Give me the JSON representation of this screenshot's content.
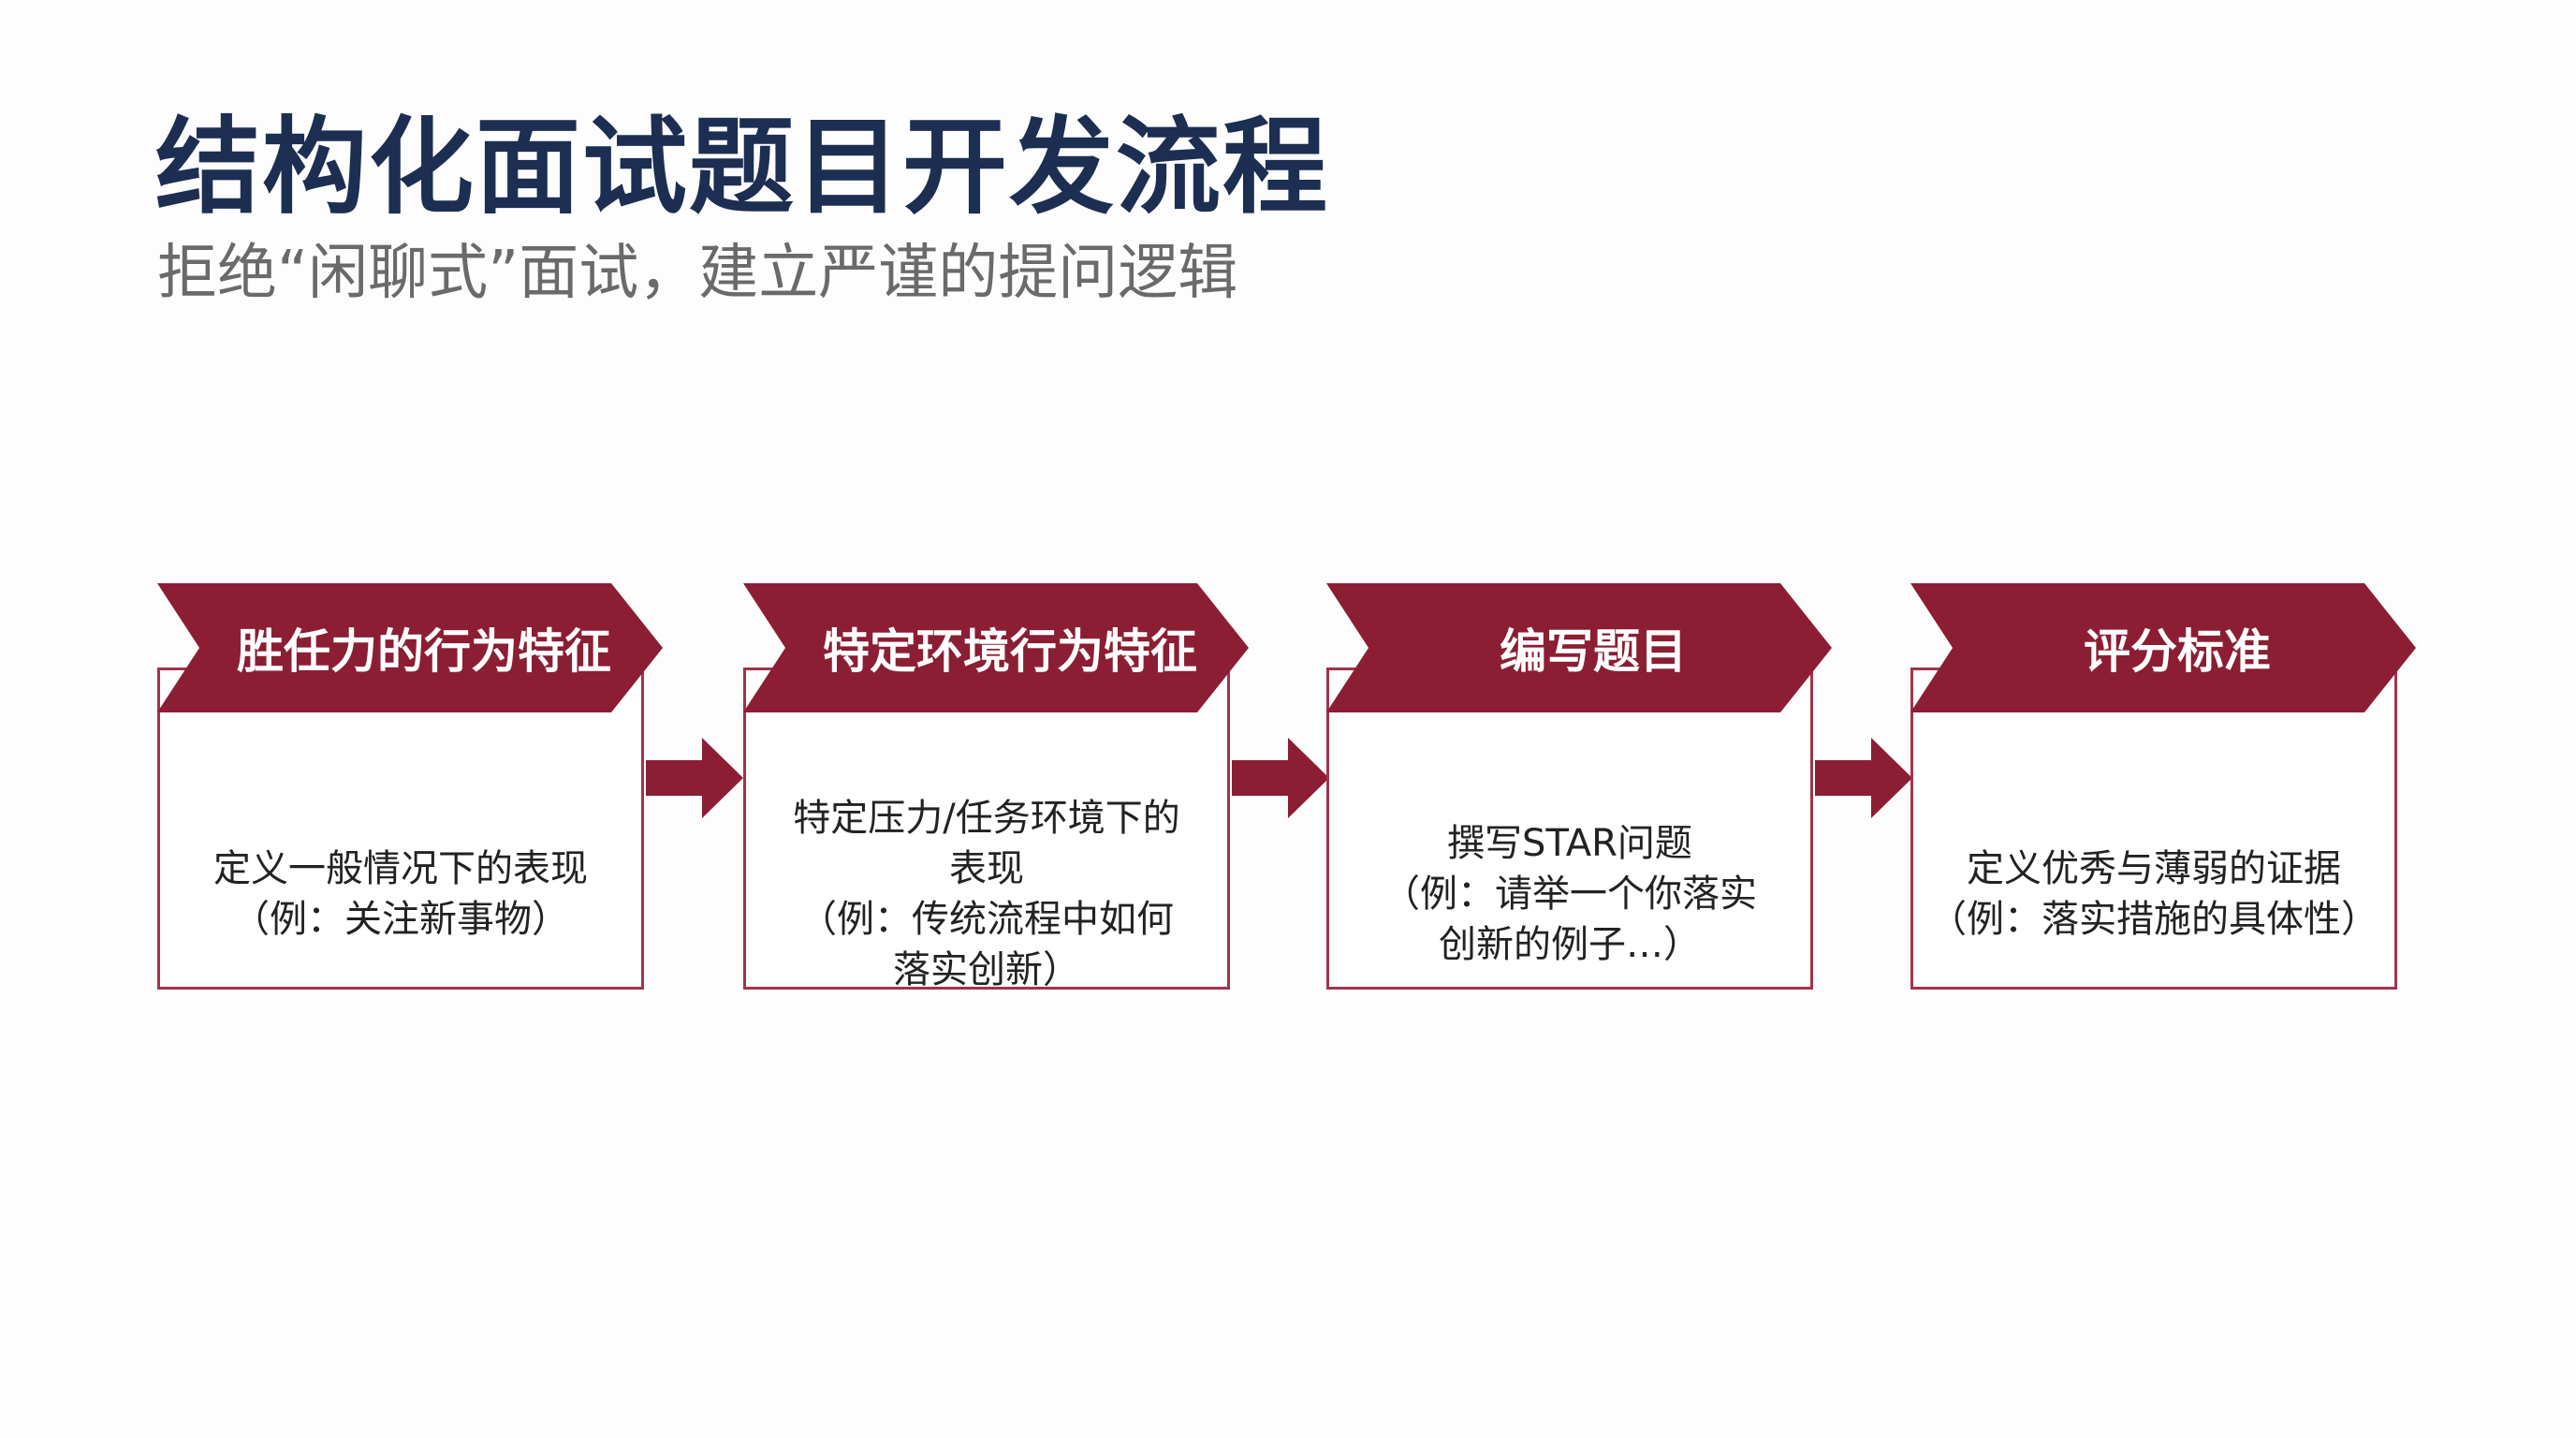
{
  "title": "结构化面试题目开发流程",
  "subtitle": "拒绝“闲聊式”面试，建立严谨的提问逻辑",
  "accent_color": "#8b1e33",
  "steps": [
    {
      "label": "胜任力的行为特征",
      "lines": [
        "定义一般情况下的表现",
        "（例：关注新事物）"
      ]
    },
    {
      "label": "特定环境行为特征",
      "lines": [
        "特定压力/任务环境下的",
        "表现",
        "（例：传统流程中如何",
        "落实创新）"
      ]
    },
    {
      "label": "编写题目",
      "lines": [
        "撰写STAR问题",
        "（例：请举一个你落实",
        "创新的例子…）"
      ]
    },
    {
      "label": "评分标准",
      "lines": [
        "定义优秀与薄弱的证据",
        "（例：落实措施的具体性）"
      ]
    }
  ]
}
